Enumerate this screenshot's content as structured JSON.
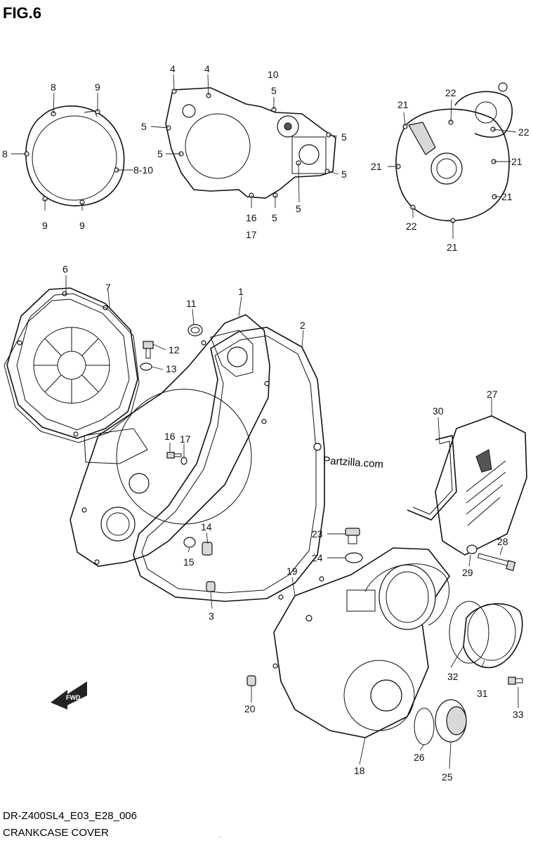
{
  "figure": {
    "title": "FIG.6",
    "watermark": "Partzilla.com",
    "model_code": "DR-Z400SL4_E03_E28_006",
    "section_name": "CRANKCASE COVER",
    "fwd_label": "FWD",
    "bottom_tiny_text": "..."
  },
  "callouts": [
    {
      "id": "c-8-a",
      "text": "8"
    },
    {
      "id": "c-9-a",
      "text": "9"
    },
    {
      "id": "c-8-b",
      "text": "8"
    },
    {
      "id": "c-8-10",
      "text": "8-10"
    },
    {
      "id": "c-9-b",
      "text": "9"
    },
    {
      "id": "c-9-c",
      "text": "9"
    },
    {
      "id": "c-4-a",
      "text": "4"
    },
    {
      "id": "c-4-b",
      "text": "4"
    },
    {
      "id": "c-10-a",
      "text": "10"
    },
    {
      "id": "c-5-a",
      "text": "5"
    },
    {
      "id": "c-5-b",
      "text": "5"
    },
    {
      "id": "c-5-c",
      "text": "5"
    },
    {
      "id": "c-5-d",
      "text": "5"
    },
    {
      "id": "c-5-e",
      "text": "5"
    },
    {
      "id": "c-5-f",
      "text": "5"
    },
    {
      "id": "c-5-g",
      "text": "5"
    },
    {
      "id": "c-16-a",
      "text": "16"
    },
    {
      "id": "c-17-a",
      "text": "17"
    },
    {
      "id": "c-21-a",
      "text": "21"
    },
    {
      "id": "c-22-a",
      "text": "22"
    },
    {
      "id": "c-22-b",
      "text": "22"
    },
    {
      "id": "c-21-b",
      "text": "21"
    },
    {
      "id": "c-21-c",
      "text": "21"
    },
    {
      "id": "c-21-d",
      "text": "21"
    },
    {
      "id": "c-22-c",
      "text": "22"
    },
    {
      "id": "c-21-e",
      "text": "21"
    },
    {
      "id": "c-6",
      "text": "6"
    },
    {
      "id": "c-7",
      "text": "7"
    },
    {
      "id": "c-1",
      "text": "1"
    },
    {
      "id": "c-11",
      "text": "11"
    },
    {
      "id": "c-2",
      "text": "2"
    },
    {
      "id": "c-12",
      "text": "12"
    },
    {
      "id": "c-13",
      "text": "13"
    },
    {
      "id": "c-16-b",
      "text": "16"
    },
    {
      "id": "c-17-b",
      "text": "17"
    },
    {
      "id": "c-14",
      "text": "14"
    },
    {
      "id": "c-15",
      "text": "15"
    },
    {
      "id": "c-3",
      "text": "3"
    },
    {
      "id": "c-30",
      "text": "30"
    },
    {
      "id": "c-27",
      "text": "27"
    },
    {
      "id": "c-23",
      "text": "23"
    },
    {
      "id": "c-24",
      "text": "24"
    },
    {
      "id": "c-19",
      "text": "19"
    },
    {
      "id": "c-28",
      "text": "28"
    },
    {
      "id": "c-29",
      "text": "29"
    },
    {
      "id": "c-20",
      "text": "20"
    },
    {
      "id": "c-32",
      "text": "32"
    },
    {
      "id": "c-31",
      "text": "31"
    },
    {
      "id": "c-33",
      "text": "33"
    },
    {
      "id": "c-26",
      "text": "26"
    },
    {
      "id": "c-25",
      "text": "25"
    },
    {
      "id": "c-18",
      "text": "18"
    }
  ]
}
